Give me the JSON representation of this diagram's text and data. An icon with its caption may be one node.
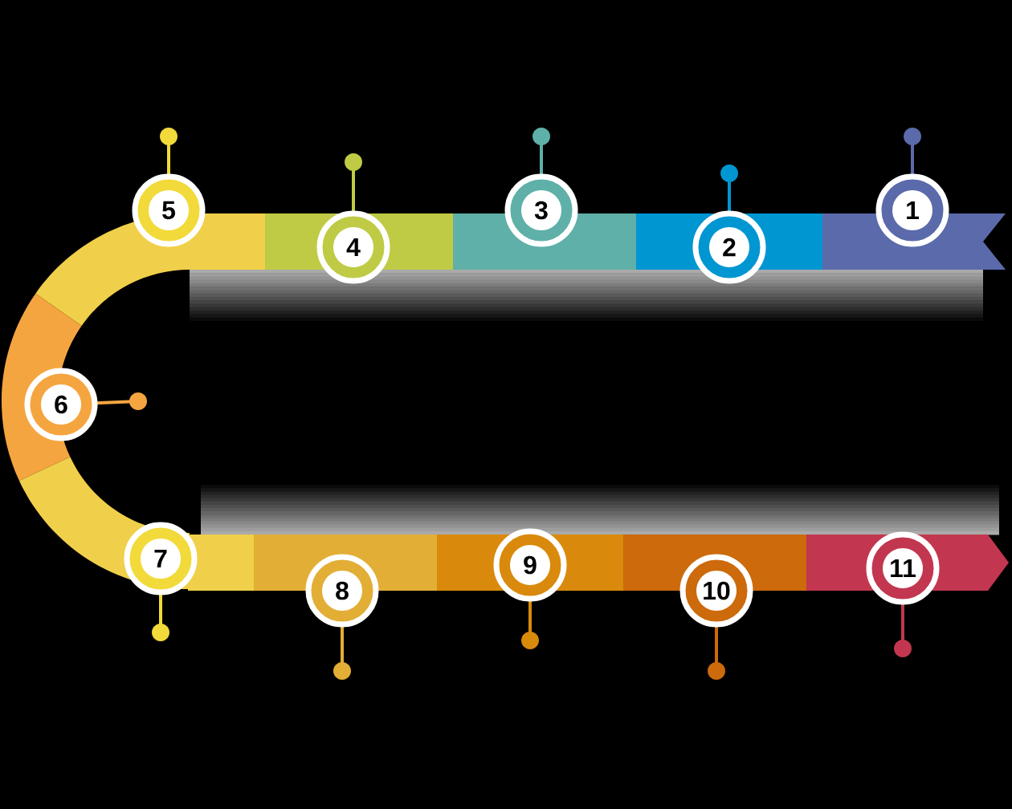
{
  "diagram": {
    "nodes": [
      {
        "text": [
          "1"
        ]
      },
      {
        "text": [
          "2"
        ]
      },
      {
        "text": [
          "3"
        ]
      },
      {
        "text": [
          "4"
        ]
      },
      {
        "text": [
          "5"
        ]
      },
      {
        "text": [
          "6"
        ]
      },
      {
        "text": [
          "7"
        ]
      },
      {
        "text": [
          "8"
        ]
      },
      {
        "text": [
          "9"
        ]
      },
      {
        "text": [
          "10"
        ]
      },
      {
        "text": [
          "11"
        ]
      }
    ]
  }
}
